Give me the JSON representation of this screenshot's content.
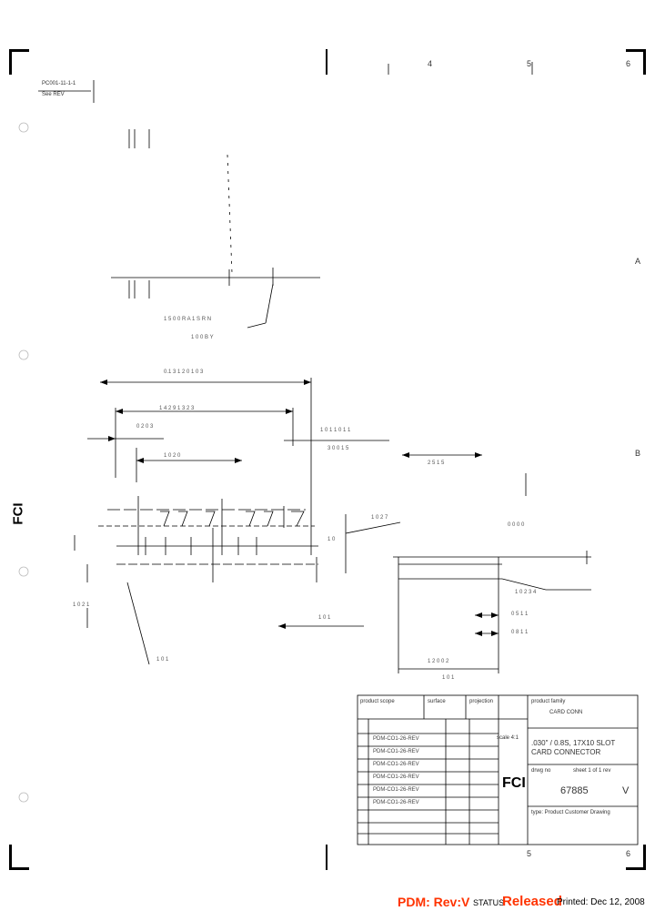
{
  "frame": {
    "col_top": [
      "4",
      "5",
      "6"
    ],
    "col_bottom": [
      "5",
      "6"
    ],
    "row_right": [
      "A",
      "B"
    ]
  },
  "revision_stamp": [
    "PC001-11-1-1",
    "See REV"
  ],
  "title_block": {
    "product_scope": "product scope",
    "surface": "surface",
    "projection": "projection",
    "product_family": "product family",
    "family_value": "CARD CONN",
    "title": ".030\" / 0.8S, 17X10 SLOT CARD CONNECTOR",
    "drawing_number_label": "drwg no",
    "sheet_label": "sheet 1 of 1 rev",
    "drawing_number": "67885",
    "rev": "V",
    "scale": "scale 4:1",
    "type": "type: Product Customer Drawing",
    "logo": "FCI",
    "rev_rows": [
      "PDM-CO1-26-REV",
      "PDM-CO1-26-REV",
      "PDM-CO1-26-REV",
      "PDM-CO1-26-REV",
      "PDM-CO1-26-REV",
      "PDM-CO1-26-REV"
    ]
  },
  "side_logo": "FCI",
  "footer": {
    "pdm": "PDM: Rev:V",
    "status_label": "STATUS",
    "status_value": "Released",
    "printed": "Printed: Dec 12, 2008"
  },
  "colors": {
    "accent": "#ff3300",
    "line": "#000000"
  }
}
